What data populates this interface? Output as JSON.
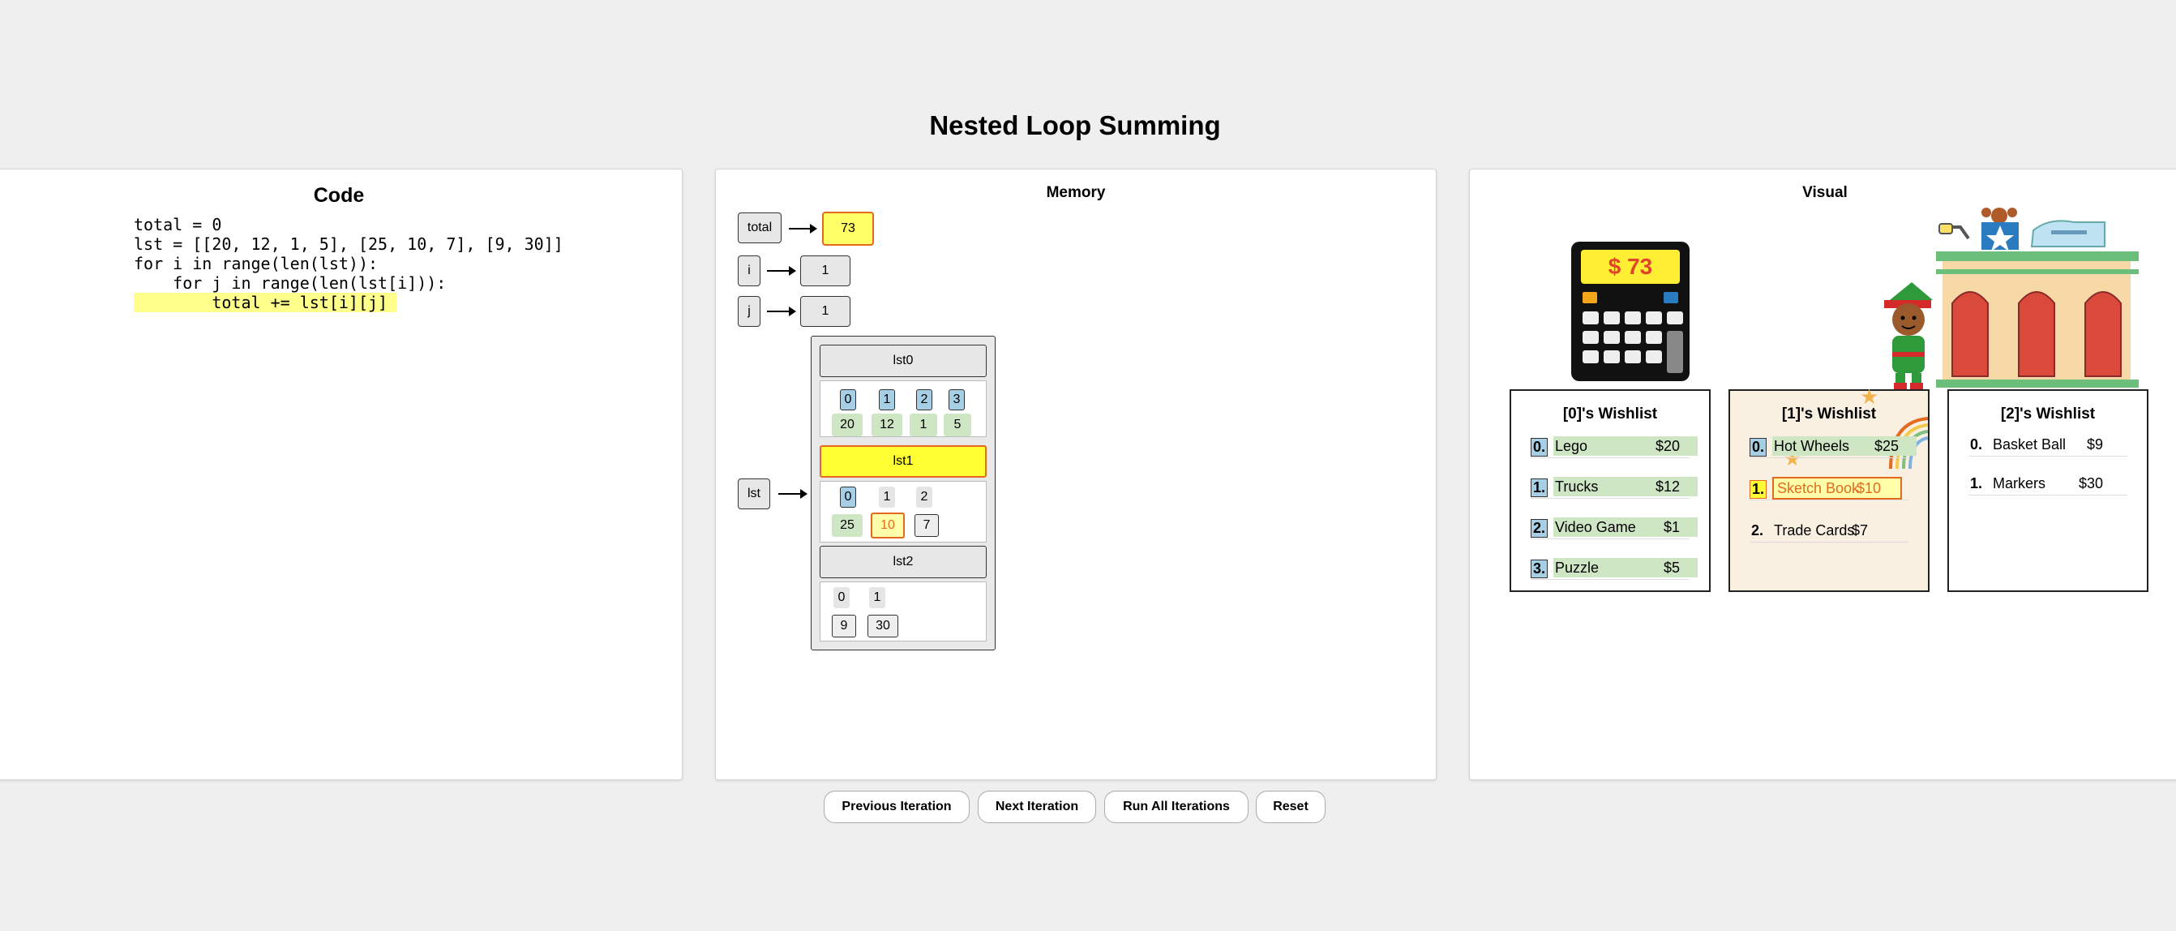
{
  "page_title": "Nested Loop Summing",
  "code_panel": {
    "title": "Code",
    "lines": [
      "total = 0",
      "lst = [[20, 12, 1, 5], [25, 10, 7], [9, 30]]",
      "for i in range(len(lst)):",
      "    for j in range(len(lst[i])):",
      "        total += lst[i][j]"
    ],
    "highlighted_line": 4
  },
  "memory_panel": {
    "title": "Memory",
    "vars": {
      "total": {
        "label": "total",
        "value": "73"
      },
      "i": {
        "label": "i",
        "value": "1"
      },
      "j": {
        "label": "j",
        "value": "1"
      },
      "lst": {
        "label": "lst"
      }
    },
    "sublists": [
      {
        "label": "lst0",
        "indices": [
          "0",
          "1",
          "2",
          "3"
        ],
        "values": [
          "20",
          "12",
          "1",
          "5"
        ]
      },
      {
        "label": "lst1",
        "indices": [
          "0",
          "1",
          "2"
        ],
        "values": [
          "25",
          "10",
          "7"
        ]
      },
      {
        "label": "lst2",
        "indices": [
          "0",
          "1"
        ],
        "values": [
          "9",
          "30"
        ]
      }
    ]
  },
  "visual_panel": {
    "title": "Visual",
    "calculator_display": "$ 73",
    "wishlists": [
      {
        "title": "[0]'s Wishlist",
        "items": [
          {
            "num": "0.",
            "name": "Lego",
            "price": "$20"
          },
          {
            "num": "1.",
            "name": "Trucks",
            "price": "$12"
          },
          {
            "num": "2.",
            "name": "Video Game",
            "price": "$1"
          },
          {
            "num": "3.",
            "name": "Puzzle",
            "price": "$5"
          }
        ]
      },
      {
        "title": "[1]'s Wishlist",
        "items": [
          {
            "num": "0.",
            "name": "Hot Wheels",
            "price": "$25"
          },
          {
            "num": "1.",
            "name": "Sketch Book",
            "price": "$10"
          },
          {
            "num": "2.",
            "name": "Trade Cards",
            "price": "$7"
          }
        ]
      },
      {
        "title": "[2]'s Wishlist",
        "items": [
          {
            "num": "0.",
            "name": "Basket Ball",
            "price": "$9"
          },
          {
            "num": "1.",
            "name": "Markers",
            "price": "$30"
          }
        ]
      }
    ]
  },
  "buttons": {
    "previous": "Previous Iteration",
    "next": "Next Iteration",
    "run_all": "Run All Iterations",
    "reset": "Reset"
  },
  "colors": {
    "highlight_yellow": "#ffff33",
    "current_orange": "#e36a1f",
    "visited_green": "#cfe6c5",
    "index_blue": "#a6cfe6"
  }
}
